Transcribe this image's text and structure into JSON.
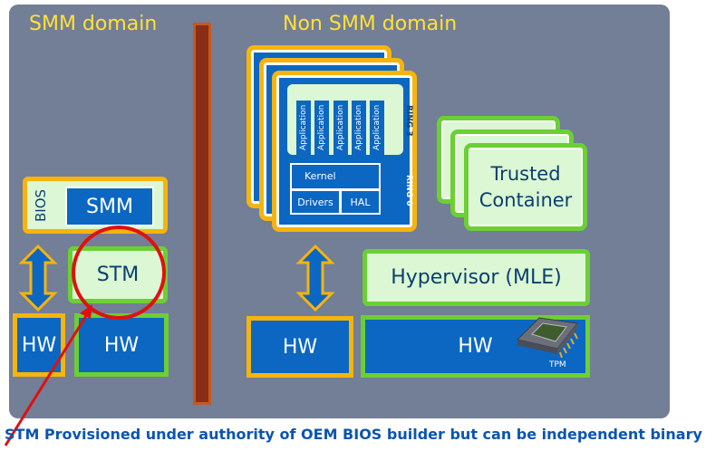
{
  "smm_domain": {
    "title": "SMM domain",
    "bios": "BIOS",
    "smm": "SMM",
    "stm": "STM",
    "hw_left": "HW",
    "hw_right": "HW"
  },
  "non_smm_domain": {
    "title": "Non SMM domain",
    "apps": [
      "Application",
      "Application",
      "Application",
      "Application",
      "Application"
    ],
    "ring3": "RING 3",
    "ring0": "RING 0",
    "kernel": "Kernel",
    "drivers": "Drivers",
    "hal": "HAL",
    "trusted_container": "Trusted Container",
    "hypervisor": "Hypervisor (MLE)",
    "hw_left": "HW",
    "hw_right": "HW",
    "tpm": "TPM"
  },
  "caption": "STM Provisioned under authority of OEM BIOS builder but can be independent binary",
  "colors": {
    "background": "#737e97",
    "blue": "#0b67c2",
    "yellow": "#f6b40c",
    "green": "#6ccf34",
    "light_green": "#dbf7d3",
    "highlight": "#e01010"
  }
}
